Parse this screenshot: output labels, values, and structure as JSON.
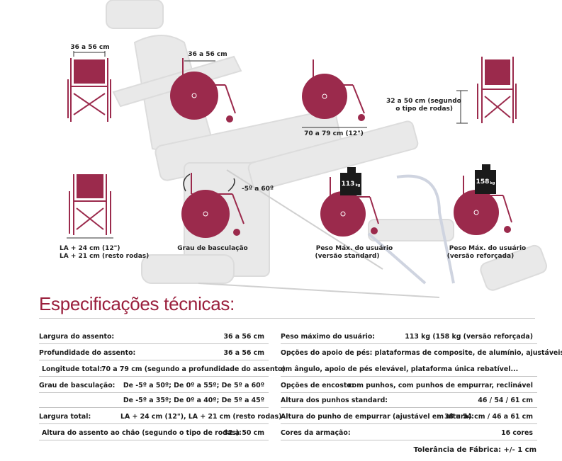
{
  "diagrams": {
    "width_front": "36 a 56 cm",
    "depth_side": "36 a 56 cm",
    "length_line1": "70 a 79 cm (12\")",
    "height_line1": "32 a 50 cm (segundo",
    "height_line2": "o tipo de rodas)",
    "total_width_line1": "LA + 24 cm (12\")",
    "total_width_line2": "LA + 21 cm (resto rodas)",
    "tilt_angle": "-5º a 60º",
    "tilt_caption": "Grau de basculação",
    "std_weight_value": "113",
    "std_weight_unit": "kg",
    "std_caption_line1": "Peso Máx. do usuário",
    "std_caption_line2": "(versão standard)",
    "reinf_weight_value": "158",
    "reinf_weight_unit": "kg",
    "reinf_caption_line1": "Peso Máx. do usuário",
    "reinf_caption_line2": "(versão reforçada)"
  },
  "section_title": "Especificações técnicas:",
  "left_specs": {
    "r1_label": "Largura do assento:",
    "r1_value": "36 a 56 cm",
    "r2_label": "Profundidade do assento:",
    "r2_value": "36 a 56 cm",
    "r3_label": "Longitude total:",
    "r3_value": "70 a 79 cm (segundo a profundidade do assento)",
    "r4_label": "Grau de basculação:",
    "r4_value": "De -5º a 50º; De 0º a 55º; De 5º a 60º",
    "r5_value": "De -5º a 35º; De 0º a 40º; De 5º a 45º",
    "r6_label": "Largura total:",
    "r6_value": "LA + 24 cm (12\"), LA + 21 cm (resto rodas)",
    "r7_label": "Altura do assento ao chão (segundo o tipo de rodas):",
    "r7_value": "32 a 50 cm"
  },
  "right_specs": {
    "r1_label": "Peso máximo do usuário:",
    "r1_value": "113 kg (158 kg (versão reforçada)",
    "r2_line1": "Opções do apoio de pés: plataformas de composite, de alumínio, ajustáveis",
    "r2_line2": "em ângulo, apoio de pés elevável, plataforma única rebatível...",
    "r3_label": "Opções de encosto:",
    "r3_value": "com punhos, com punhos de empurrar, reclinável",
    "r4_label": "Altura dos punhos standard:",
    "r4_value": "46 / 54 / 61 cm",
    "r5_label": "Altura do punho de empurrar (ajustável em altura):",
    "r5_value": "38 a 54 cm / 46 a 61 cm",
    "r6_label": "Cores da armação:",
    "r6_value": "16 cores"
  },
  "tolerance": "Tolerância de Fábrica: +/- 1 cm",
  "colors": {
    "accent": "#9a1f3c",
    "wheel": "#9b2a4c",
    "grey": "#e6e6e6"
  }
}
